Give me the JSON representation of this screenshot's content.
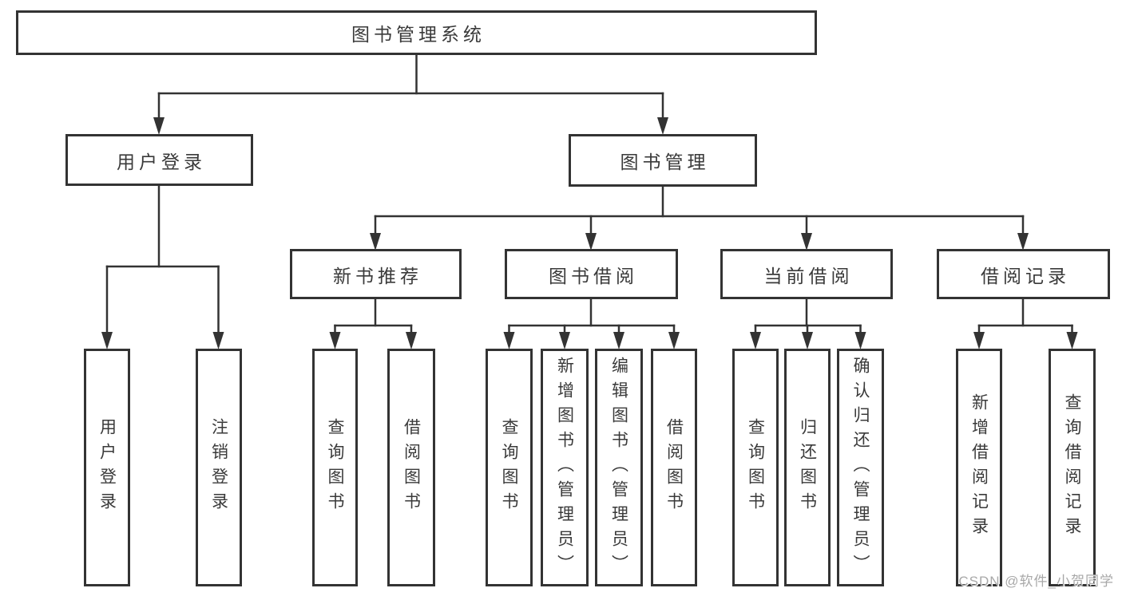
{
  "tree": {
    "root": {
      "label": "图书管理系统"
    },
    "branches": [
      {
        "label": "用户登录",
        "children": [
          {
            "label": "用户登录"
          },
          {
            "label": "注销登录"
          }
        ]
      },
      {
        "label": "图书管理",
        "children": [
          {
            "label": "新书推荐",
            "children": [
              {
                "label": "查询图书"
              },
              {
                "label": "借阅图书"
              }
            ]
          },
          {
            "label": "图书借阅",
            "children": [
              {
                "label": "查询图书"
              },
              {
                "label": "新增图书（管理员）"
              },
              {
                "label": "编辑图书（管理员）"
              },
              {
                "label": "借阅图书"
              }
            ]
          },
          {
            "label": "当前借阅",
            "children": [
              {
                "label": "查询图书"
              },
              {
                "label": "归还图书"
              },
              {
                "label": "确认归还（管理员）"
              }
            ]
          },
          {
            "label": "借阅记录",
            "children": [
              {
                "label": "新增借阅记录"
              },
              {
                "label": "查询借阅记录"
              }
            ]
          }
        ]
      }
    ]
  },
  "watermark": {
    "text": "CSDN @软件_小贺同学"
  },
  "colors": {
    "line": "#333333",
    "box_border": "#333333",
    "text": "#3a3a3a",
    "watermark": "#a8a8a8",
    "background": "#ffffff"
  }
}
